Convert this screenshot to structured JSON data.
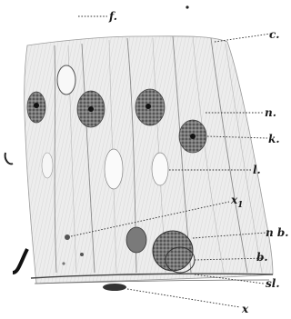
{
  "figure": {
    "labels": {
      "f": "f.",
      "c": "c.",
      "n": "n.",
      "k": "k.",
      "l": "l.",
      "x1": "x",
      "x1_sub": "1",
      "nb": "n b.",
      "b": "b.",
      "sl": "sl.",
      "x": "x"
    },
    "colors": {
      "ink": "#1a1a1a",
      "tissue": "#ececec",
      "nucleus": "#6d6d6d",
      "paper": "#ffffff"
    }
  }
}
